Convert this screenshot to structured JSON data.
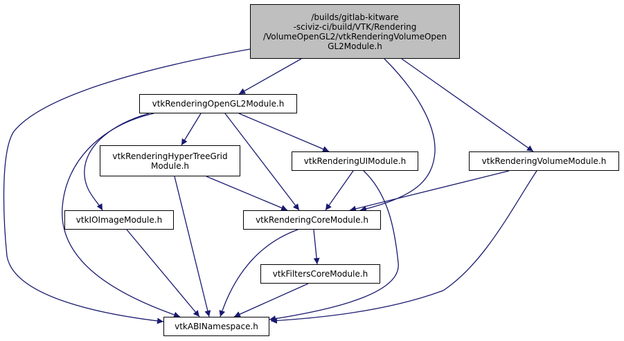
{
  "diagram": {
    "type": "include-dependency-graph",
    "colors": {
      "edge": "#191970",
      "root_fill": "#bfbfbf",
      "node_fill": "#ffffff",
      "border": "#000000"
    },
    "nodes": [
      {
        "id": "root",
        "label": "/builds/gitlab-kitware\n-sciviz-ci/build/VTK/Rendering\n/VolumeOpenGL2/vtkRenderingVolumeOpen\nGL2Module.h",
        "is_root": true
      },
      {
        "id": "opengl2",
        "label": "vtkRenderingOpenGL2Module.h"
      },
      {
        "id": "hypertree",
        "label": "vtkRenderingHyperTreeGrid\nModule.h"
      },
      {
        "id": "ui",
        "label": "vtkRenderingUIModule.h"
      },
      {
        "id": "volume",
        "label": "vtkRenderingVolumeModule.h"
      },
      {
        "id": "ioimage",
        "label": "vtkIOImageModule.h"
      },
      {
        "id": "core",
        "label": "vtkRenderingCoreModule.h"
      },
      {
        "id": "filterscore",
        "label": "vtkFiltersCoreModule.h"
      },
      {
        "id": "abi",
        "label": "vtkABINamespace.h"
      }
    ],
    "edges": [
      {
        "from": "root",
        "to": "opengl2"
      },
      {
        "from": "root",
        "to": "abi"
      },
      {
        "from": "root",
        "to": "core"
      },
      {
        "from": "root",
        "to": "volume"
      },
      {
        "from": "opengl2",
        "to": "hypertree"
      },
      {
        "from": "opengl2",
        "to": "ui"
      },
      {
        "from": "opengl2",
        "to": "ioimage"
      },
      {
        "from": "opengl2",
        "to": "core"
      },
      {
        "from": "opengl2",
        "to": "abi"
      },
      {
        "from": "hypertree",
        "to": "core"
      },
      {
        "from": "hypertree",
        "to": "abi"
      },
      {
        "from": "ui",
        "to": "core"
      },
      {
        "from": "ui",
        "to": "abi"
      },
      {
        "from": "volume",
        "to": "core"
      },
      {
        "from": "volume",
        "to": "abi"
      },
      {
        "from": "ioimage",
        "to": "abi"
      },
      {
        "from": "core",
        "to": "filterscore"
      },
      {
        "from": "core",
        "to": "abi"
      },
      {
        "from": "filterscore",
        "to": "abi"
      }
    ]
  }
}
